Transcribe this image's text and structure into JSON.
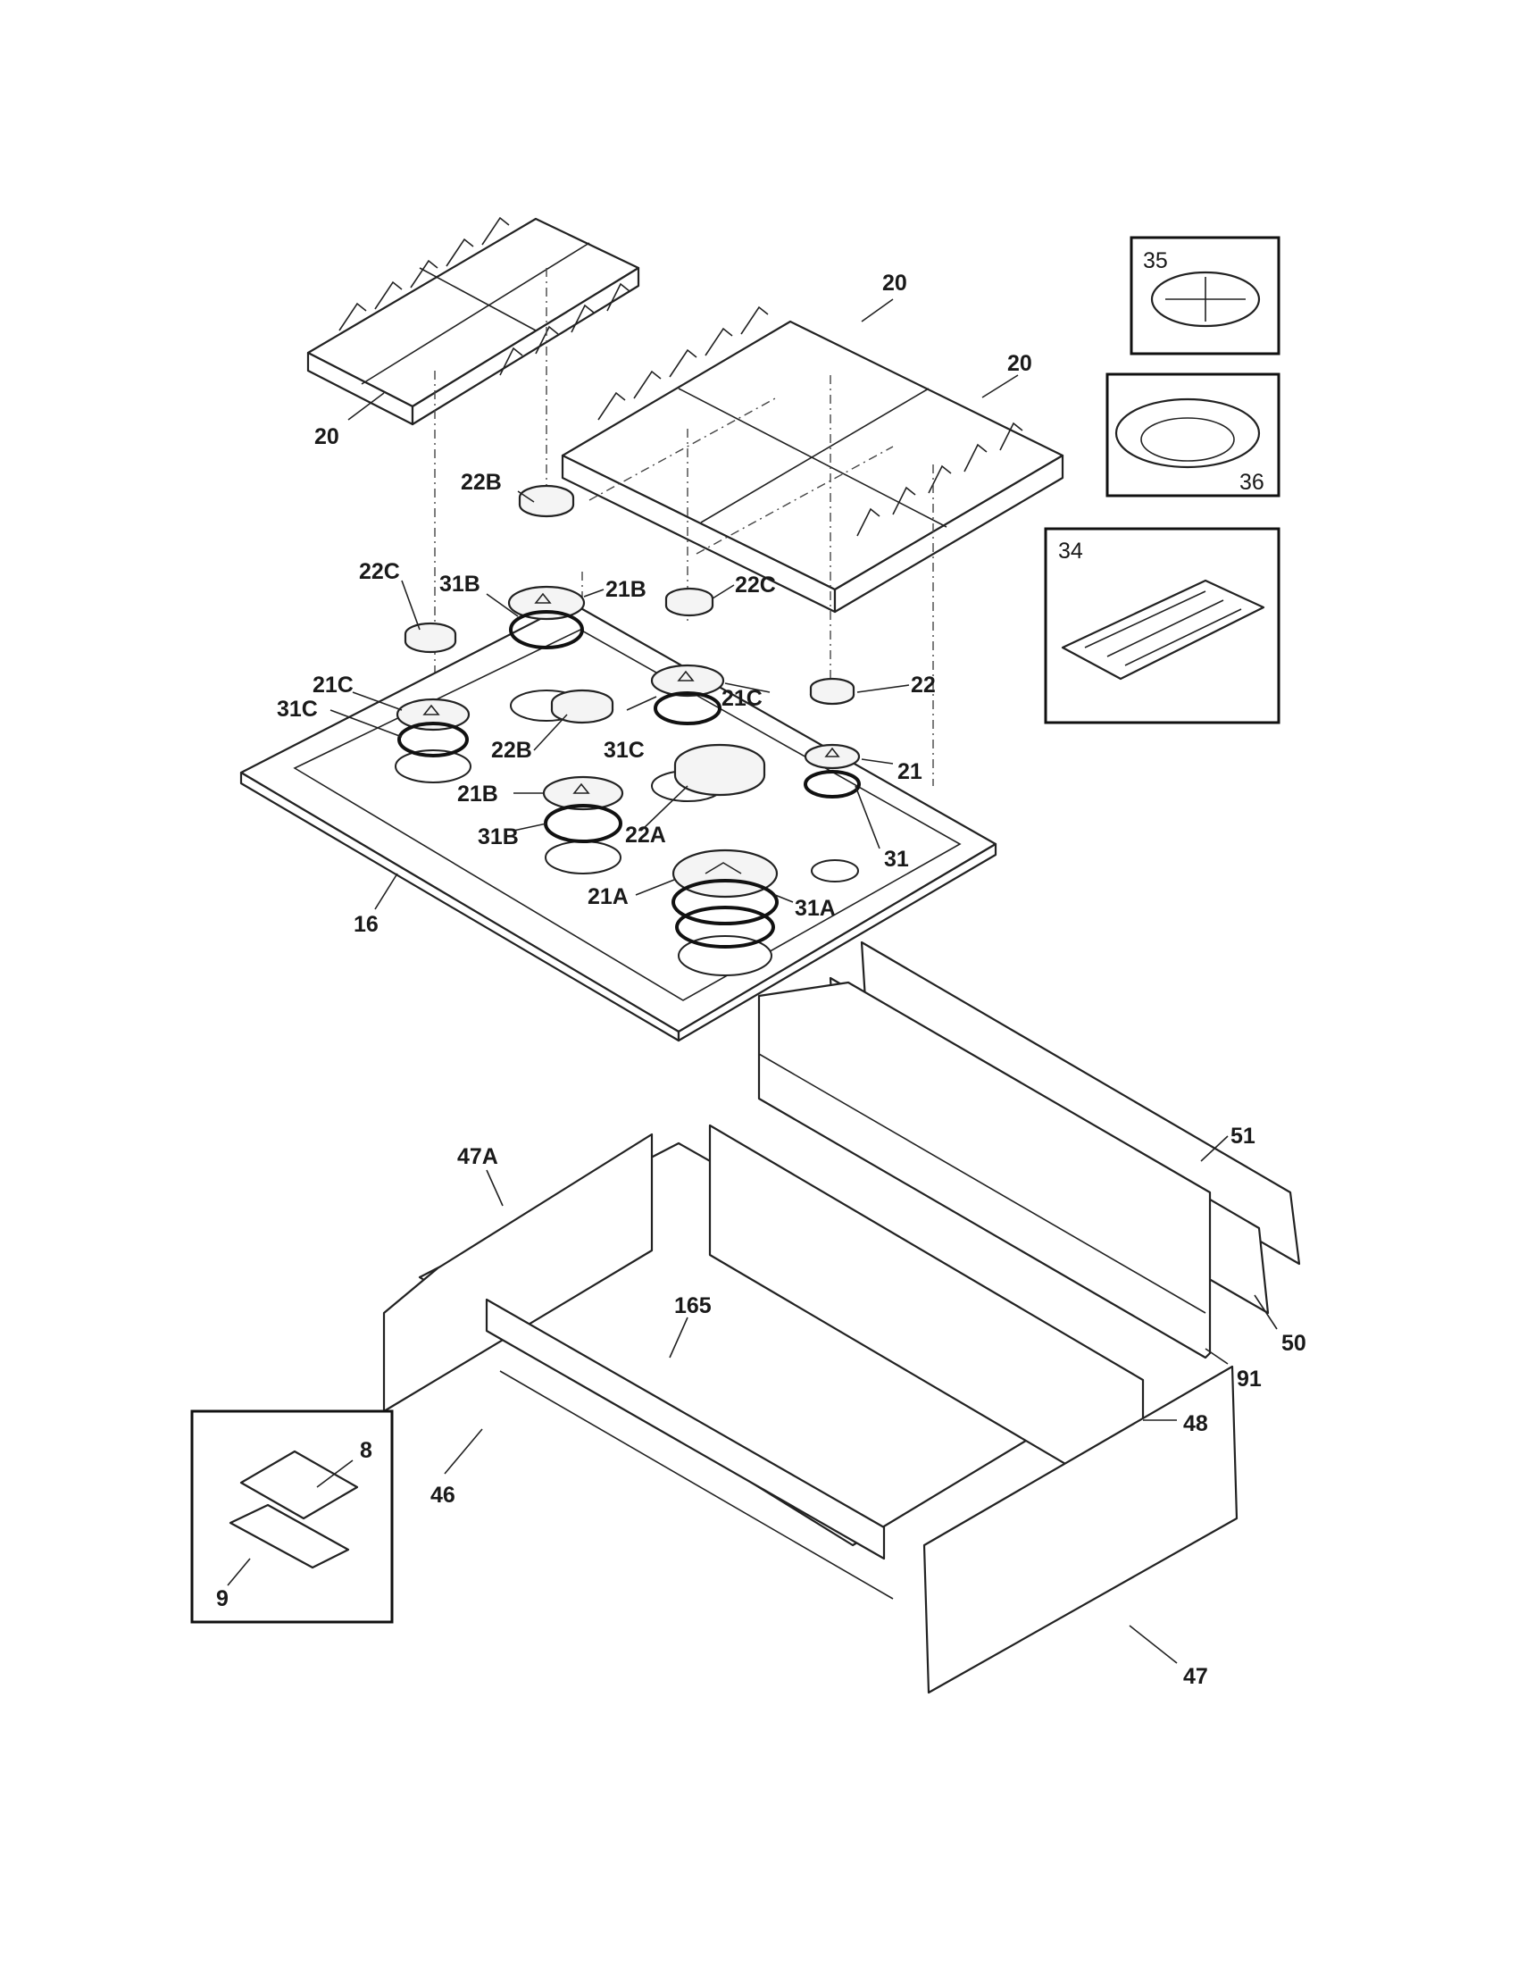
{
  "diagram": {
    "labels": {
      "l20a": "20",
      "l20b": "20",
      "l20c": "20",
      "l22B_top": "22B",
      "l22C_left": "22C",
      "l31B_top": "31B",
      "l21B_top": "21B",
      "l22C_right": "22C",
      "l21C_left": "21C",
      "l31C_left": "31C",
      "l22B_mid": "22B",
      "l21C_right": "21C",
      "l22": "22",
      "l31C_right": "31C",
      "l21B_low": "21B",
      "l31B_low": "31B",
      "l22A": "22A",
      "l21": "21",
      "l31": "31",
      "l21A": "21A",
      "l31A": "31A",
      "l16": "16",
      "l35": "35",
      "l36": "36",
      "l34": "34",
      "l51": "51",
      "l47A": "47A",
      "l165": "165",
      "l50": "50",
      "l91": "91",
      "l48": "48",
      "l8": "8",
      "l46": "46",
      "l9": "9",
      "l47": "47"
    }
  }
}
